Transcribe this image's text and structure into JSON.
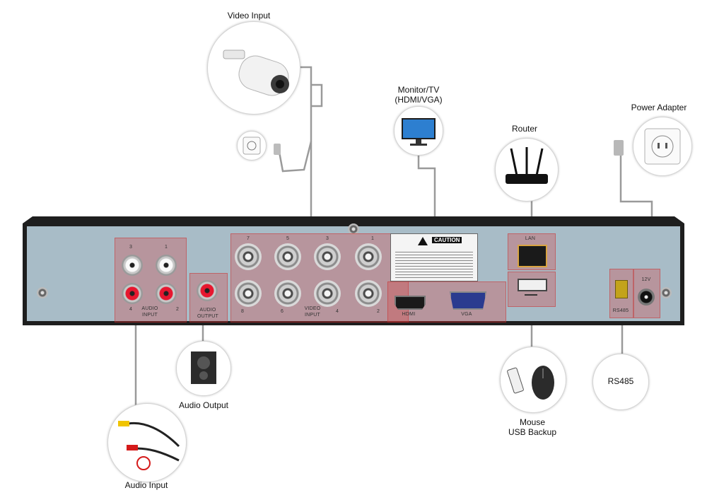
{
  "labels": {
    "video_input": "Video Input",
    "monitor_line1": "Monitor/TV",
    "monitor_line2": "(HDMI/VGA)",
    "router": "Router",
    "power_adapter": "Power Adapter",
    "audio_output": "Audio Output",
    "audio_input": "Audio Input",
    "mouse": "Mouse",
    "usb_backup": "USB Backup",
    "rs485": "RS485"
  },
  "panel": {
    "audio_input_line1": "AUDIO",
    "audio_input_line2": "INPUT",
    "audio_output_line1": "AUDIO",
    "audio_output_line2": "OUTPUT",
    "video_input_line1": "VIDEO",
    "video_input_line2": "INPUT",
    "hdmi": "HDMI",
    "vga": "VGA",
    "lan": "LAN",
    "caution_title": "CAUTION",
    "rs485_small": "RS485",
    "power_small": "12V",
    "audio_numbers_top": [
      "3",
      "1"
    ],
    "audio_numbers_bottom": [
      "4",
      "2"
    ],
    "video_numbers_top": [
      "7",
      "5",
      "3",
      "1"
    ],
    "video_numbers_bottom": [
      "8",
      "6",
      "4",
      "2"
    ]
  },
  "colors": {
    "panel_body": "#a8bcc7",
    "panel_frame": "#1e1e1e",
    "highlight": "#dc3c3c",
    "cable": "#9a9a9a"
  },
  "icons": {
    "camera": "bullet-camera-icon",
    "monitor": "monitor-icon",
    "router": "router-icon",
    "power_socket": "power-socket-icon",
    "speaker": "speaker-icon",
    "cable": "rca-cable-icon",
    "mouse": "mouse-icon",
    "usb": "usb-drive-icon"
  }
}
